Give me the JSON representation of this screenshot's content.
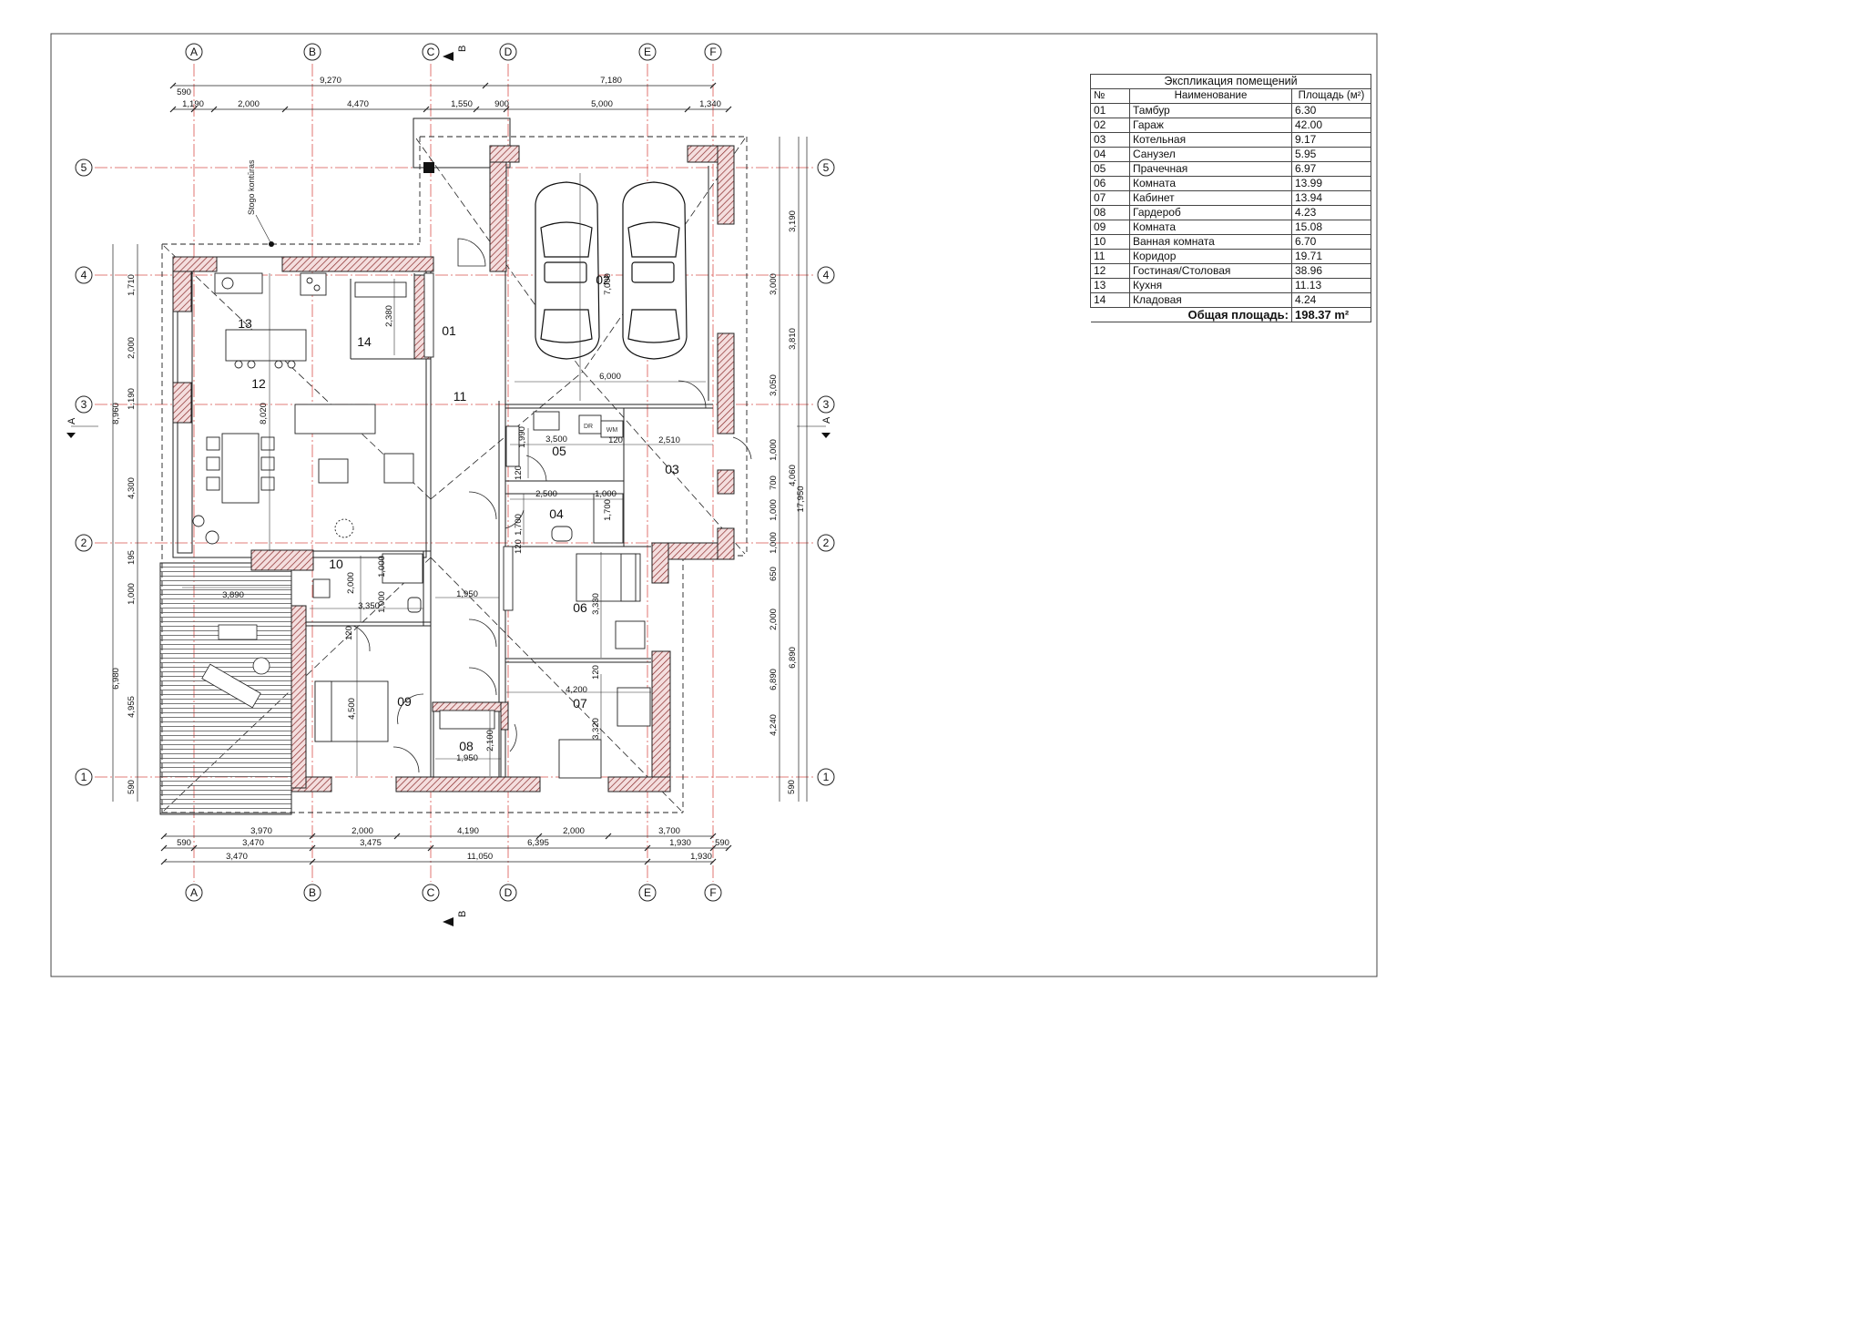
{
  "plan": {
    "axes_letters": [
      "A",
      "B",
      "C",
      "D",
      "E",
      "F"
    ],
    "axes_numbers": [
      "5",
      "4",
      "3",
      "2",
      "1"
    ],
    "section_b": "B",
    "section_a": "A",
    "roof_label": "Stogo kontūras",
    "rooms": {
      "r01": "01",
      "r02": "02",
      "r03": "03",
      "r04": "04",
      "r05": "05",
      "r06": "06",
      "r07": "07",
      "r08": "08",
      "r09": "09",
      "r10": "10",
      "r11": "11",
      "r12": "12",
      "r13": "13",
      "r14": "14"
    },
    "dims_top": {
      "o1": "9,270",
      "o2": "7,180",
      "i0": "590",
      "i1": "1,190",
      "i2": "2,000",
      "i3": "4,470",
      "i4": "1,550",
      "i5": "900",
      "i6": "5,000",
      "i7": "1,340"
    },
    "dims_bottom": {
      "a1": "3,970",
      "a2": "2,000",
      "a3": "4,190",
      "a4": "2,000",
      "a5": "3,700",
      "b0": "590",
      "b1": "3,470",
      "b2": "3,475",
      "b3": "6,395",
      "b4": "1,930",
      "b5": "590",
      "c1": "3,470",
      "c2": "11,050",
      "c3": "1,930"
    },
    "dims_left": {
      "l1": "1,710",
      "l2": "2,000",
      "l3": "1,190",
      "l4": "4,300",
      "l5": "195",
      "l6": "1,000",
      "l7": "4,955",
      "l8": "590",
      "o1": "8,960",
      "o2": "6,980"
    },
    "dims_right": {
      "r1": "3,190",
      "r2": "3,000",
      "r3": "3,810",
      "r4": "3,050",
      "r5": "1,000",
      "r6": "700",
      "r7": "1,000",
      "r8": "1,000",
      "r9": "650",
      "r10": "2,000",
      "r11": "4,240",
      "r12": "590",
      "o1": "4,060",
      "o2": "6,890",
      "o3": "6,890",
      "o4": "17,950"
    },
    "interior_dims": {
      "garage_w": "6,000",
      "garage_h": "7,000",
      "d12": "8,020",
      "d14": "2,380",
      "d3890": "3,890",
      "d05w": "3,500",
      "d05h": "1,990",
      "d05c": "120",
      "d03": "2,510",
      "d03c": "120",
      "d04w": "2,500",
      "d04h": "1,700",
      "d04b": "1,000",
      "d04c": "1,700",
      "d04d": "120",
      "d10h": "2,000",
      "d10w": "3,350",
      "d10a": "1,000",
      "d10b": "1,000",
      "d10c": "120",
      "d1950a": "1,950",
      "d06": "3,330",
      "d07w": "4,200",
      "d07h": "3,320",
      "d07c": "120",
      "d09": "4,500",
      "d08w": "1,950",
      "d08h": "2,100",
      "wm": "WM",
      "dr": "DR"
    }
  },
  "explication": {
    "title": "Экспликация помещений",
    "headers": {
      "num": "№",
      "name": "Наименование",
      "area": "Площадь (м²)"
    },
    "rows": [
      {
        "num": "01",
        "name": "Тамбур",
        "area": "6.30"
      },
      {
        "num": "02",
        "name": "Гараж",
        "area": "42.00"
      },
      {
        "num": "03",
        "name": "Котельная",
        "area": "9.17"
      },
      {
        "num": "04",
        "name": "Санузел",
        "area": "5.95"
      },
      {
        "num": "05",
        "name": "Прачечная",
        "area": "6.97"
      },
      {
        "num": "06",
        "name": "Комната",
        "area": "13.99"
      },
      {
        "num": "07",
        "name": "Кабинет",
        "area": "13.94"
      },
      {
        "num": "08",
        "name": "Гардероб",
        "area": "4.23"
      },
      {
        "num": "09",
        "name": "Комната",
        "area": "15.08"
      },
      {
        "num": "10",
        "name": "Ванная комната",
        "area": "6.70"
      },
      {
        "num": "11",
        "name": "Коридор",
        "area": "19.71"
      },
      {
        "num": "12",
        "name": "Гостиная/Столовая",
        "area": "38.96"
      },
      {
        "num": "13",
        "name": "Кухня",
        "area": "11.13"
      },
      {
        "num": "14",
        "name": "Кладовая",
        "area": "4.24"
      }
    ],
    "total_label": "Общая площадь:",
    "total_value": "198.37 m²"
  },
  "colors": {
    "axis": "#d9534f",
    "wall_hatch": "#b53a3a",
    "line": "#222222"
  }
}
